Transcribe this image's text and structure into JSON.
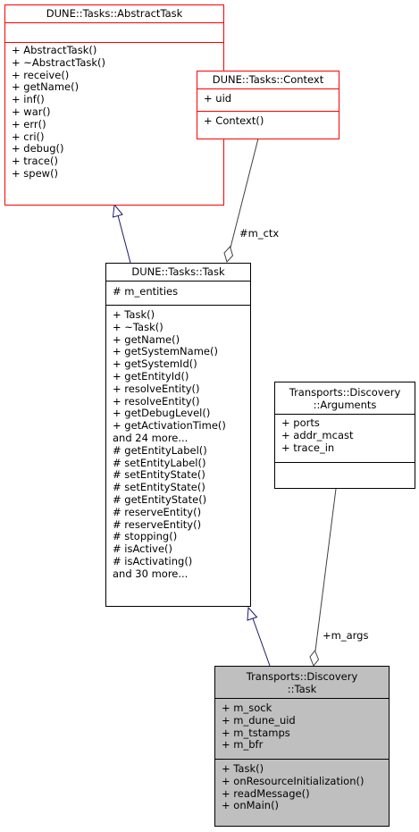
{
  "classes": {
    "abstract_task": {
      "title": [
        "DUNE::Tasks::AbstractTask"
      ],
      "attributes": [],
      "operations": [
        "+ AbstractTask()",
        "+ ~AbstractTask()",
        "+ receive()",
        "+ getName()",
        "+ inf()",
        "+ war()",
        "+ err()",
        "+ cri()",
        "+ debug()",
        "+ trace()",
        "+ spew()"
      ],
      "border_color": "#ff0000"
    },
    "context": {
      "title": [
        "DUNE::Tasks::Context"
      ],
      "attributes": [
        "+ uid"
      ],
      "operations": [
        "+ Context()"
      ],
      "border_color": "#ff0000"
    },
    "task": {
      "title": [
        "DUNE::Tasks::Task"
      ],
      "attributes": [
        "# m_entities"
      ],
      "operations": [
        "+ Task()",
        "+ ~Task()",
        "+ getName()",
        "+ getSystemName()",
        "+ getSystemId()",
        "+ getEntityId()",
        "+ resolveEntity()",
        "+ resolveEntity()",
        "+ getDebugLevel()",
        "+ getActivationTime()",
        "and 24 more...",
        "# getEntityLabel()",
        "# setEntityLabel()",
        "# setEntityState()",
        "# setEntityState()",
        "# getEntityState()",
        "# reserveEntity()",
        "# reserveEntity()",
        "# stopping()",
        "# isActive()",
        "# isActivating()",
        "and 30 more..."
      ],
      "border_color": "#000000"
    },
    "arguments": {
      "title": [
        "Transports::Discovery",
        "::Arguments"
      ],
      "attributes": [
        "+ ports",
        "+ addr_mcast",
        "+ trace_in"
      ],
      "operations": [],
      "border_color": "#000000"
    },
    "discovery_task": {
      "title": [
        "Transports::Discovery",
        "::Task"
      ],
      "attributes": [
        "+ m_sock",
        "+ m_dune_uid",
        "+ m_tstamps",
        "+ m_bfr"
      ],
      "operations": [
        "+ Task()",
        "+ onResourceInitialization()",
        "+ readMessage()",
        "+ onMain()"
      ],
      "border_color": "#000000",
      "fill_color": "#bfbfbf"
    }
  },
  "edges": {
    "ctx_label": "#m_ctx",
    "args_label": "+m_args",
    "inheritance_color": "#191970",
    "composition_color": "#404040"
  }
}
